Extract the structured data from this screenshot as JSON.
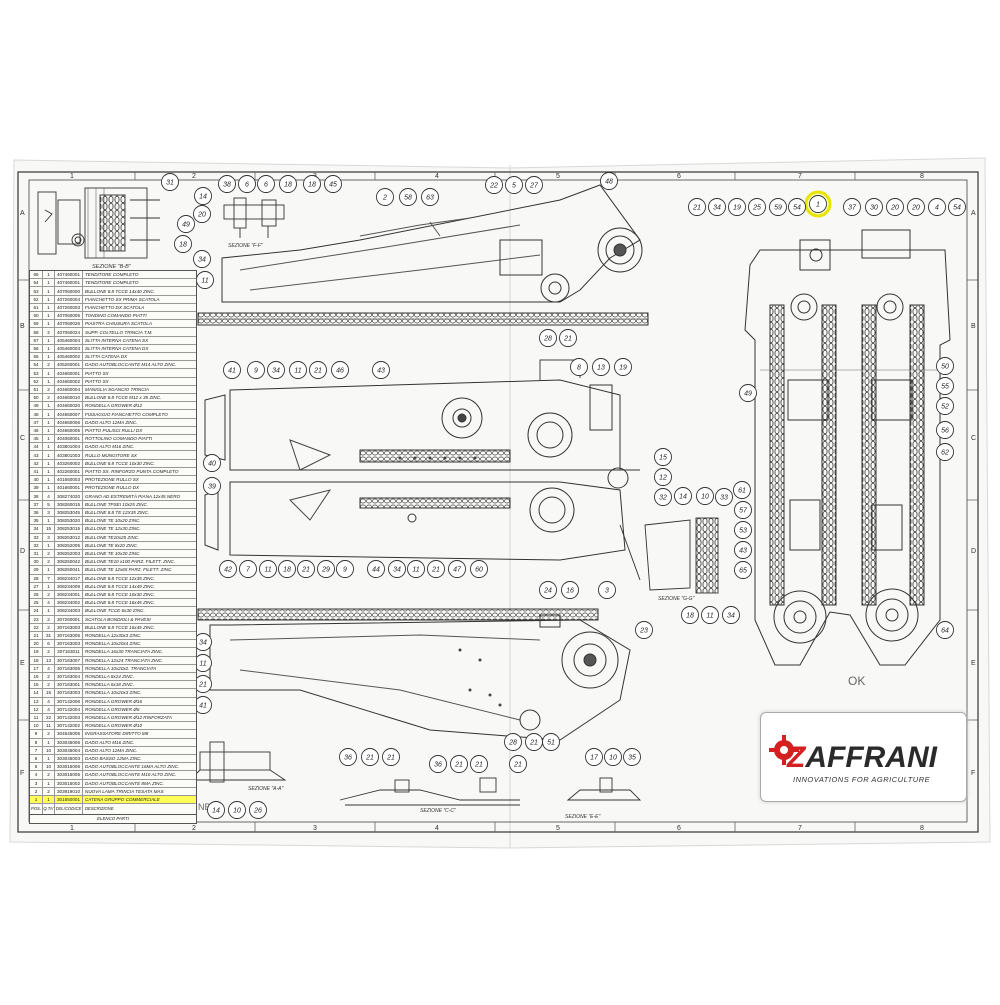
{
  "grid": {
    "cols": [
      "1",
      "2",
      "3",
      "4",
      "5",
      "6",
      "7",
      "8"
    ],
    "rows": [
      "A",
      "B",
      "C",
      "D",
      "E",
      "F"
    ]
  },
  "sections": {
    "bb": "SEZIONE \"B-B\"",
    "ff": "SEZIONE \"F-F\"",
    "gg": "SEZIONE \"G-G\"",
    "aa": "SEZIONE \"A-A\"",
    "cc": "SEZIONE \"C-C\"",
    "ee": "SEZIONE \"E-E\""
  },
  "callouts": {
    "bb": [
      "31",
      "14",
      "49",
      "20",
      "18",
      "34"
    ],
    "ff_top": [
      "38",
      "6",
      "6",
      "18",
      "18",
      "45"
    ],
    "top_mid": [
      "2",
      "58",
      "63",
      "22",
      "5",
      "27",
      "48",
      "28",
      "21",
      "11"
    ],
    "mid": [
      "41",
      "9",
      "34",
      "11",
      "21",
      "46",
      "43",
      "8",
      "13",
      "19",
      "40",
      "39",
      "15",
      "12",
      "32"
    ],
    "mid_bottom": [
      "42",
      "7",
      "11",
      "18",
      "21",
      "29",
      "9",
      "44",
      "34",
      "11",
      "21",
      "47",
      "60"
    ],
    "gg": [
      "14",
      "10",
      "33",
      "18",
      "11",
      "34"
    ],
    "low": [
      "24",
      "16",
      "3",
      "23",
      "34",
      "11",
      "21",
      "41",
      "28",
      "21",
      "51"
    ],
    "aa": [
      "14",
      "10",
      "26"
    ],
    "cc": [
      "36",
      "21",
      "21",
      "36",
      "21",
      "21",
      "21"
    ],
    "ee": [
      "17",
      "10",
      "35"
    ],
    "right_top": [
      "21",
      "34",
      "19",
      "25",
      "59",
      "54",
      "1",
      "37",
      "30",
      "20",
      "20",
      "4",
      "54"
    ],
    "right_side": [
      "49",
      "61",
      "57",
      "53",
      "43",
      "65",
      "50",
      "55",
      "52",
      "56",
      "62",
      "64"
    ]
  },
  "parts_list": {
    "title": "ELENCO PARTI",
    "headers": [
      "POS.",
      "Q.TA'",
      "DIS./CODICE",
      "DESCRIZIONE"
    ],
    "rows": [
      [
        "65",
        "1",
        "407460001",
        "TENDITORE COMPLETO"
      ],
      [
        "64",
        "1",
        "407460001",
        "TENDITORE COMPLETO"
      ],
      [
        "63",
        "1",
        "407060000",
        "BULLONE 8.8 TCCE 14x40 ZINC."
      ],
      [
        "62",
        "1",
        "407260004",
        "FIANCHETTO SX PRIMA SCATOLA"
      ],
      [
        "61",
        "1",
        "407260003",
        "FIANCHETTO DX SCATOLA"
      ],
      [
        "60",
        "1",
        "407060005",
        "TONDINO COMANDO PIATTI"
      ],
      [
        "59",
        "1",
        "407060026",
        "PIASTRA CHIUSURA SCATOLA"
      ],
      [
        "58",
        "2",
        "407060024",
        "SUPP. COLTELLO TRINCIA T.M."
      ],
      [
        "57",
        "1",
        "405460004",
        "SLITTA INTERNA CATENA SX"
      ],
      [
        "56",
        "1",
        "405460003",
        "SLITTA INTERNA CATENA DX"
      ],
      [
        "55",
        "1",
        "405460002",
        "SLITTA CATENA DX"
      ],
      [
        "54",
        "2",
        "405260001",
        "DADO AUTOBLOCCANTE M14 ALTO ZINC."
      ],
      [
        "53",
        "1",
        "404660001",
        "PIATTO SX"
      ],
      [
        "52",
        "1",
        "404660002",
        "PIATTO SX"
      ],
      [
        "51",
        "2",
        "404660004",
        "MANIGLIA SGANCIO TRINCIA"
      ],
      [
        "50",
        "2",
        "404660010",
        "BULLONE 8.8 TCCE M12 x 35 ZINC."
      ],
      [
        "49",
        "1",
        "404660020",
        "RONDELLA GROWER Ø12"
      ],
      [
        "48",
        "1",
        "404660007",
        "FISSAGGIO FIANCHETTO COMPLETO"
      ],
      [
        "47",
        "1",
        "404660006",
        "DADO ALTO 12MA ZINC."
      ],
      [
        "46",
        "1",
        "404660005",
        "PIATTO PULISCI RULLI DX"
      ],
      [
        "45",
        "1",
        "404060001",
        "ROTTOLINO COMANDO PIATTI"
      ],
      [
        "44",
        "1",
        "403801004",
        "DADO ALTO M16 ZINC."
      ],
      [
        "43",
        "1",
        "403801003",
        "RULLO MUNGITORE SX"
      ],
      [
        "42",
        "1",
        "403260002",
        "BULLONE 8.8 TCCE 10x30 ZINC."
      ],
      [
        "41",
        "1",
        "402260001",
        "PIATTO SX. RINFORZO PUNTA COMPLETO"
      ],
      [
        "40",
        "1",
        "401660003",
        "PROTEZIONE RULLO SX"
      ],
      [
        "39",
        "1",
        "401660001",
        "PROTEZIONE RULLO DX"
      ],
      [
        "38",
        "4",
        "308274020",
        "GRANO AD ESTREMITÀ PIANA 12x45 NERO"
      ],
      [
        "37",
        "5",
        "308260015",
        "BULLONE TPSEI 10x25 ZINC."
      ],
      [
        "36",
        "3",
        "308253045",
        "BULLONE 8.8 TE 12X35 ZINC."
      ],
      [
        "35",
        "1",
        "308253020",
        "BULLONE TE 10x20 ZINC."
      ],
      [
        "34",
        "15",
        "308253015",
        "BULLONE TE 12x30 ZINC."
      ],
      [
        "33",
        "3",
        "308253012",
        "BULLONE TE10x25 ZINC."
      ],
      [
        "32",
        "1",
        "308252005",
        "BULLONE TE 8x20 ZINC."
      ],
      [
        "31",
        "2",
        "308252003",
        "BULLONE TE 10x30 ZINC."
      ],
      [
        "30",
        "2",
        "308250042",
        "BULLONE TE10 x100 PARZ. FILETT. ZINC."
      ],
      [
        "29",
        "1",
        "308250041",
        "BULLONE TE 12x65 PARZ. FILETT. ZINC."
      ],
      [
        "28",
        "7",
        "308234017",
        "BULLONE 8.8 TCCE 12x35 ZINC."
      ],
      [
        "27",
        "1",
        "308234009",
        "BULLONE 8.8 TCCE 14x49 ZINC."
      ],
      [
        "26",
        "2",
        "308234001",
        "BULLONE 8.8 TCCE 10x30 ZINC."
      ],
      [
        "25",
        "4",
        "308234002",
        "BULLONE 8.8 TCCE 16x45 ZINC."
      ],
      [
        "24",
        "1",
        "308234003",
        "BULLONE TCCE 6x30 ZINC."
      ],
      [
        "23",
        "2",
        "307260001",
        "SCATOLA BONDIOLI & PAVESI"
      ],
      [
        "22",
        "2",
        "307163003",
        "BULLONE 8.8 TCCE 16x45 ZINC."
      ],
      [
        "21",
        "31",
        "307163005",
        "RONDELLA 12x30x3 ZINC."
      ],
      [
        "20",
        "6",
        "307163003",
        "RONDELLA 10x20x4 ZINC."
      ],
      [
        "19",
        "2",
        "307163011",
        "RONDELLA 16x30 TRANCIATA ZINC."
      ],
      [
        "18",
        "13",
        "307163007",
        "RONDELLA 12x24 TRANCIATA ZINC."
      ],
      [
        "17",
        "4",
        "307163005",
        "RONDELLA 10x20x2. TRANCIATA"
      ],
      [
        "16",
        "2",
        "307163004",
        "RONDELLA 8x24 ZINC."
      ],
      [
        "15",
        "2",
        "307163001",
        "RONDELLA 6x18 ZINC."
      ],
      [
        "14",
        "15",
        "307163003",
        "RONDELLA 10x20x3 ZINC."
      ],
      [
        "13",
        "4",
        "307142006",
        "RONDELLA GROWER Ø16"
      ],
      [
        "12",
        "4",
        "307142004",
        "RONDELLA GROWER Ø6"
      ],
      [
        "11",
        "22",
        "307142003",
        "RONDELLA GROWER Ø12 RINFORZATA"
      ],
      [
        "10",
        "11",
        "307142002",
        "RONDELLA GROWER Ø10"
      ],
      [
        "9",
        "2",
        "304645005",
        "INGRASSATORE DIRITTO M8"
      ],
      [
        "8",
        "1",
        "303045006",
        "DADO ALTO M16 ZINC."
      ],
      [
        "7",
        "10",
        "303045004",
        "DADO ALTO 12MA ZINC."
      ],
      [
        "6",
        "1",
        "303045003",
        "DADO BASSO 12MA ZINC."
      ],
      [
        "5",
        "10",
        "303015006",
        "DADO AUTOBLOCCANTE 16MA ALTO ZINC."
      ],
      [
        "4",
        "2",
        "303015005",
        "DADO AUTOBLOCCANTE M10 ALTO ZINC."
      ],
      [
        "3",
        "1",
        "303015002",
        "DADO AUTOBLOCCANTE 8MA ZINC."
      ],
      [
        "2",
        "2",
        "303919010",
        "NUOVA LAMA TRINCIA TESATA MAS"
      ],
      [
        "1",
        "1",
        "301650001",
        "CATENA GRUPPO COMMERCIALE"
      ]
    ]
  },
  "annotations": {
    "ok": "OK",
    "nb": "NB"
  },
  "brand": {
    "name_z": "Z",
    "name_rest": "AFFRANI",
    "tagline": "INNOVATIONS FOR AGRICULTURE",
    "accent": "#d42020"
  },
  "highlight_color": "#ffff55"
}
